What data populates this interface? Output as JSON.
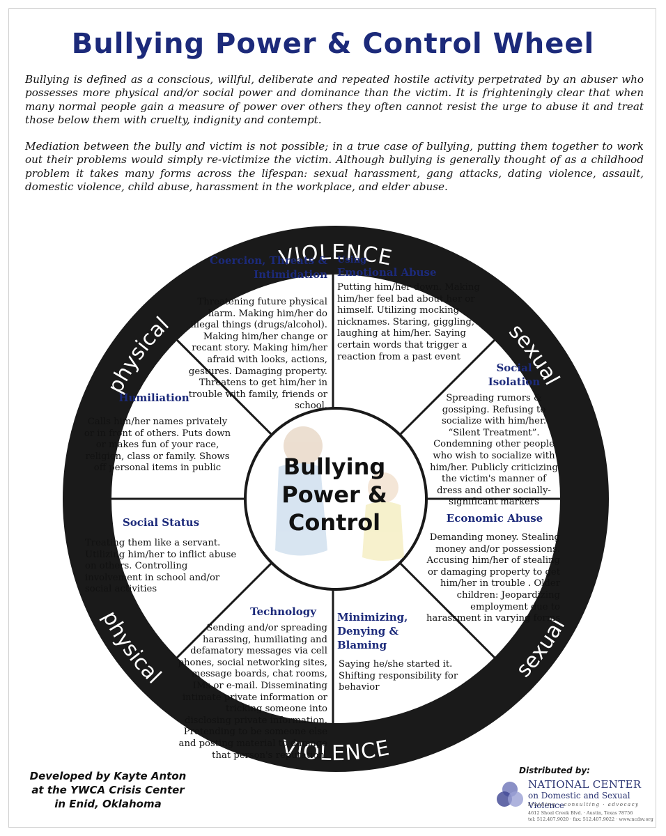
{
  "title": "Bullying Power & Control Wheel",
  "intro": {
    "p1": "Bullying is defined as a conscious, willful, deliberate and repeated hostile activity perpetrated by an abuser who possesses more physical and/or social power and dominance than the victim. It is frighteningly clear that when many normal people gain a measure of power over others they often cannot resist the urge to abuse it and treat those below them with cruelty, indignity and contempt.",
    "p2": "Mediation between the bully and victim is not possible; in a true case of bullying, putting them together to work out their problems would simply re-victimize the victim. Although bullying is generally thought of as a childhood problem it takes many forms across the lifespan: sexual harassment, gang attacks, dating violence, assault, domestic violence, child abuse, harassment in the workplace, and elder abuse."
  },
  "rim": {
    "top": "VIOLENCE",
    "bottom": "VIOLENCE",
    "upper_left": "physical",
    "lower_left": "physical",
    "upper_right": "sexual",
    "lower_right": "sexual"
  },
  "hub": {
    "line1": "Bullying",
    "line2": "Power &",
    "line3": "Control"
  },
  "segments": {
    "coercion": {
      "heading": "Coercion, Threats & Intimidation",
      "body": "Threatening future physical harm. Making him/her do illegal things (drugs/alcohol). Making him/her change or recant story. Making him/her afraid with looks, actions, gestures. Damaging property. Threatens to get him/her in trouble with family, friends or school."
    },
    "emotional": {
      "heading_small": "Using",
      "heading": "Emotional Abuse",
      "body": "Putting him/her down. Making him/her feel bad about her or himself. Utilizing mocking nicknames. Staring, giggling, laughing at him/her. Saying certain words that trigger a reaction from a past event"
    },
    "isolation": {
      "heading": "Social Isolation",
      "body": "Spreading rumors & gossiping. Refusing to socialize with him/her. “Silent Treatment”. Condemning other people who wish to socialize with him/her. Publicly criticizing the victim's manner of dress and other socially-significant markers"
    },
    "economic": {
      "heading": "Economic Abuse",
      "body": "Demanding money. Stealing money and/or possessions. Accusing him/her of stealing or damaging property to get him/her in trouble . Older children: Jeopardizing employment due to harassment in varying forms"
    },
    "minimizing": {
      "heading": "Minimizing, Denying & Blaming",
      "body": "Saying he/she started it. Shifting responsibility for behavior"
    },
    "technology": {
      "heading": "Technology",
      "body": "Sending and/or spreading harassing, humiliating and defamatory messages via cell phones, social networking sites, message boards, chat rooms, IMs or e-mail. Disseminating intimate private information or tricking someone into disclosing private information. Pretending to be someone else and posting material to damage that person's reputation."
    },
    "status": {
      "heading": "Social Status",
      "body": "Treating them like a servant. Utilizing him/her to inflict abuse on others. Controlling involvement in school and/or social activities"
    },
    "humiliation": {
      "heading": "Humiliation",
      "body": "Calls him/her names privately or in front of others. Puts down or makes fun of your race, religion, class or family. Shows off personal items in public"
    }
  },
  "credit": {
    "line1": "Developed by Kayte Anton",
    "line2": "at the YWCA Crisis Center",
    "line3": "in Enid, Oklahoma"
  },
  "distributor": {
    "label": "Distributed by:",
    "name": "NATIONAL CENTER",
    "sub": "on Domestic and Sexual Violence",
    "tagline": "training · consulting · advocacy",
    "address": "4612 Shoal Creek Blvd. · Austin, Texas 78756",
    "contact": "tel: 512.407.9020 · fax: 512.407.9022 · www.ncdsv.org"
  },
  "colors": {
    "title": "#1c2a7a",
    "rim": "#1a1a1a",
    "heading": "#1c2a7a"
  }
}
